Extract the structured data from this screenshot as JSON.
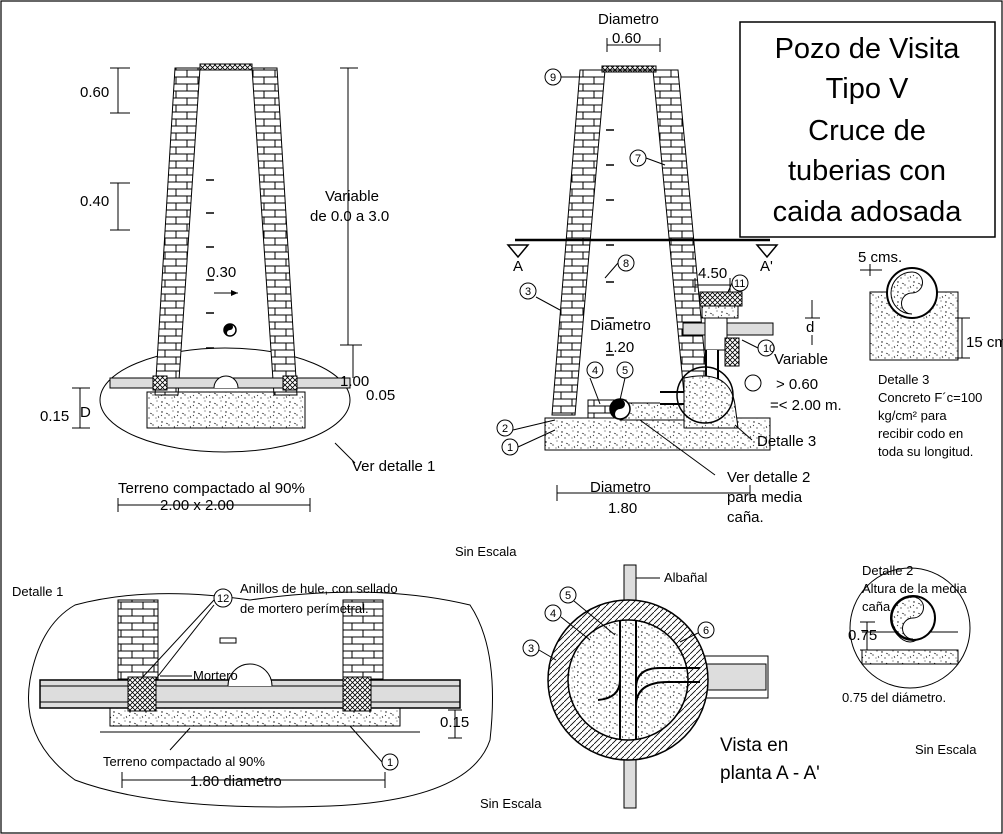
{
  "title_block": {
    "lines": [
      "Pozo de Visita",
      "Tipo V",
      "Cruce de",
      "tuberias con",
      "caida adosada"
    ]
  },
  "left_elevation": {
    "dim_060": "0.60",
    "dim_040": "0.40",
    "variable_1": "Variable",
    "variable_2": "de 0.0 a 3.0",
    "dim_030": "0.30",
    "dim_100": "1.00",
    "dim_D": "D",
    "dim_005": "0.05",
    "dim_015": "0.15",
    "ver_detalle_1": "Ver detalle 1",
    "terreno": "Terreno compactado al 90%",
    "base_dim": "2.00 x 2.00"
  },
  "center_elevation": {
    "diametro_top_label": "Diametro",
    "diametro_top_value": "0.60",
    "section_a": "A",
    "section_a_prime": "A'",
    "dim_450": "4.50",
    "diametro_mid_label": "Diametro",
    "diametro_mid_value": "1.20",
    "dim_d": "d",
    "variable_1": "Variable",
    "variable_2": "> 0.60",
    "variable_3": "=< 2.00 m.",
    "detalle_3_ref": "Detalle 3",
    "ver_detalle_2_1": "Ver detalle 2",
    "ver_detalle_2_2": "para media",
    "ver_detalle_2_3": "caña.",
    "diametro_base_label": "Diametro",
    "diametro_base_value": "1.80",
    "sin_escala": "Sin Escala",
    "callouts": [
      "1",
      "2",
      "3",
      "4",
      "5",
      "7",
      "8",
      "9",
      "10",
      "11"
    ]
  },
  "detail_3": {
    "dim_5cms": "5 cms.",
    "dim_15cms": "15 cms",
    "title": "Detalle 3",
    "desc_1": "Concreto F´c=100",
    "desc_2": "kg/cm² para",
    "desc_3": "recibir codo en",
    "desc_4": "toda su longitud."
  },
  "detail_2": {
    "title": "Detalle 2",
    "desc_1": "Altura de la media",
    "desc_2": "caña.",
    "dim_075": "0.75",
    "note": "0.75 del diámetro.",
    "sin_escala": "Sin Escala"
  },
  "detail_1": {
    "title": "Detalle 1",
    "anillos_1": "Anillos de hule, con sellado",
    "anillos_2": "de mortero perímetral.",
    "mortero": "Mortero",
    "dim_015": "0.15",
    "terreno": "Terreno compactado al 90%",
    "base_dim": "1.80 diametro",
    "sin_escala": "Sin Escala",
    "callouts": [
      "12",
      "1"
    ]
  },
  "plan_view": {
    "albanal": "Albañal",
    "vista_1": "Vista en",
    "vista_2": "planta  A - A'",
    "callouts": [
      "3",
      "4",
      "5",
      "6"
    ]
  }
}
